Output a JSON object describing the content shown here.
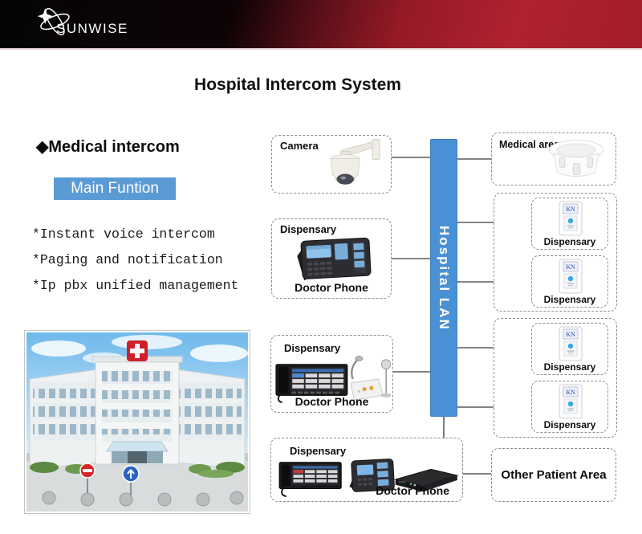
{
  "banner": {
    "brand": "SUNWISE"
  },
  "title": "Hospital Intercom System",
  "intro": {
    "heading": "◆Medical intercom",
    "button_label": "Main Funtion",
    "features": [
      "*Instant voice intercom",
      "*Paging and notification",
      "*Ip pbx unified management"
    ]
  },
  "diagram": {
    "camera": {
      "title": "Camera"
    },
    "dispensary1": {
      "title": "Dispensary",
      "caption": "Doctor Phone"
    },
    "dispensary2": {
      "title": "Dispensary",
      "caption": "Doctor Phone"
    },
    "dispensary3": {
      "title": "Dispensary",
      "caption": "Doctor Phone"
    },
    "lan": {
      "label": "Hospital LAN"
    },
    "medical_area": {
      "title": "Medical area"
    },
    "kn_device_label": "KN",
    "kn_units": [
      {
        "label": "Dispensary"
      },
      {
        "label": "Dispensary"
      },
      {
        "label": "Dispensary"
      },
      {
        "label": "Dispensary"
      }
    ],
    "other_patient_area": {
      "label": "Other Patient Area"
    }
  },
  "colors": {
    "banner_red": "#a31d2a",
    "lan_blue": "#4a90d4",
    "button_blue": "#5b9bd5",
    "kn_text_blue": "#2b4bbf"
  }
}
